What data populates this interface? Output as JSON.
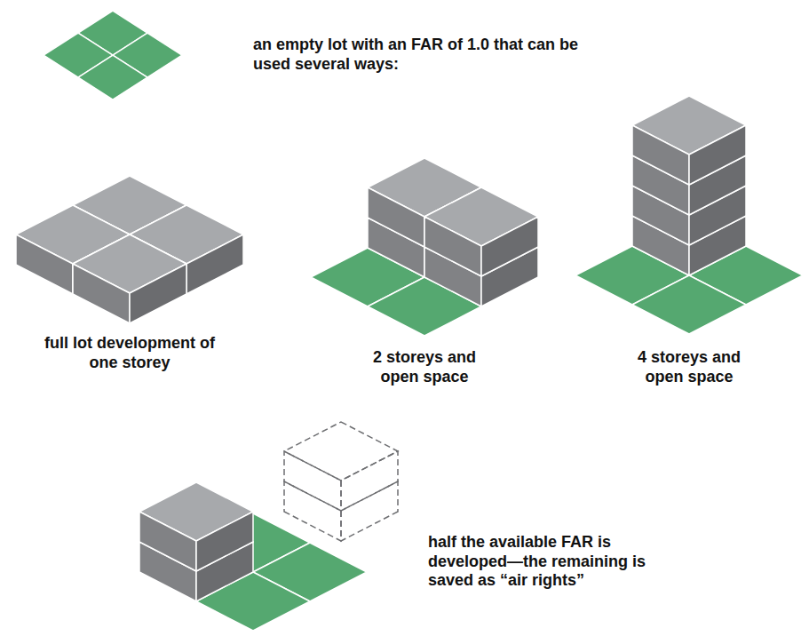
{
  "diagram": {
    "labels": [
      "an empty lot with an FAR of 1.0 that can be used several ways:",
      "full lot development of one storey",
      "2 storeys and open space",
      "4 storeys and open space",
      "half the available FAR is developed—the remaining is saved as “air rights”"
    ]
  }
}
